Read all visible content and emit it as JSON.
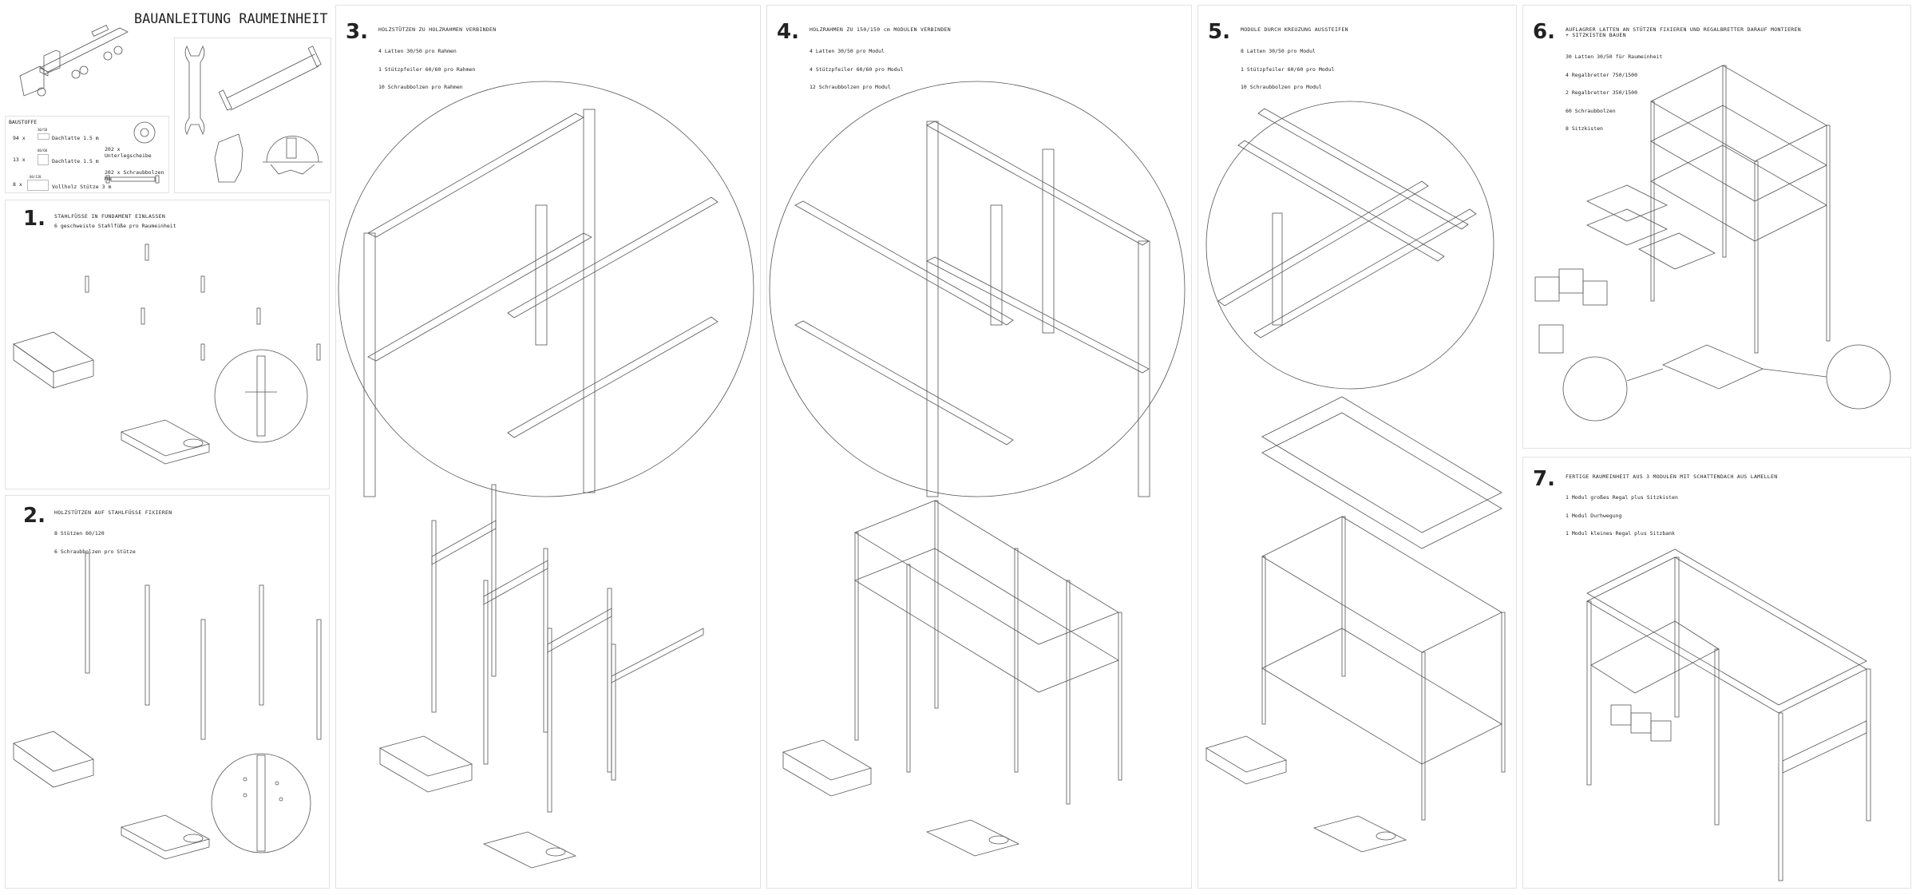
{
  "header": {
    "title": "BAUANLEITUNG RAUMEINHEIT"
  },
  "materials": {
    "heading": "BAUSTOFFE",
    "items": [
      {
        "qty": "94 x",
        "size": "30/50",
        "label": "Dachlatte 1.5 m"
      },
      {
        "qty": "13 x",
        "size": "60/60",
        "label": "Dachlatte 1.5 m"
      },
      {
        "qty": "8 x",
        "size": "60/120",
        "label": "Vollholz Stütze 3 m"
      }
    ],
    "washer": "202 x Unterlegscheibe",
    "bolt": "202 x Schraubbolzen M8"
  },
  "tools": [
    "wrench-icon",
    "saw-icon",
    "glove-icon",
    "helmet-icon"
  ],
  "steps": [
    {
      "num": "1.",
      "title": "STAHLFÜSSE IN FUNDAMENT EINLASSEN",
      "lines": [
        "6 geschweiste Stahlfüße pro Raumeinheit"
      ]
    },
    {
      "num": "2.",
      "title": "HOLZSTÜTZEN AUF STAHLFÜSSE FIXIEREN",
      "lines": [
        "8 Stützen 60/120",
        "6 Schraubbolzen pro Stütze"
      ]
    },
    {
      "num": "3.",
      "title": "HOLZSTÜTZEN ZU HOLZRAHMEN VERBINDEN",
      "lines": [
        "4 Latten 30/50 pro Rahmen",
        "1 Stützpfeiler 60/60 pro Rahmen",
        "10 Schraubbolzen pro Rahmen"
      ]
    },
    {
      "num": "4.",
      "title": "HOLZRAHMEN ZU 150/150 cm MODULEN VERBINDEN",
      "lines": [
        "4 Latten 30/50 pro Modul",
        "4 Stützpfeiler 60/60 pro Modul",
        "12 Schraubbolzen pro Modul"
      ]
    },
    {
      "num": "5.",
      "title": "MODULE DURCH KREUZUNG AUSSTEIFEN",
      "lines": [
        "8 Latten 30/50 pro Modul",
        "1 Stützpfeiler 60/60 pro Modul",
        "10 Schraubbolzen pro Modul"
      ]
    },
    {
      "num": "6.",
      "title": "AUFLAGRER LATTEN AN STÜTZEN FIXIEREN UND REGALBRETTER DARAUF MONTIEREN",
      "title2": "+ SITZKISTEN BAUEN",
      "lines": [
        "30 Latten 30/50 für Raumeinheit",
        "4 Regalbretter 750/1500",
        "2 Regalbretter 350/1500",
        "60 Schraubbolzen",
        "8 Sitzkisten"
      ]
    },
    {
      "num": "7.",
      "title": "FERTIGE RAUMEINHEIT AUS 3 MODULEN MIT SCHATTENDACH AUS LAMELLEN",
      "lines": [
        "1 Modul großes Regal plus Sitzkisten",
        "1 Modul Durhwegung",
        "1 Modul kleines Regal plus Sitzbank"
      ]
    }
  ]
}
